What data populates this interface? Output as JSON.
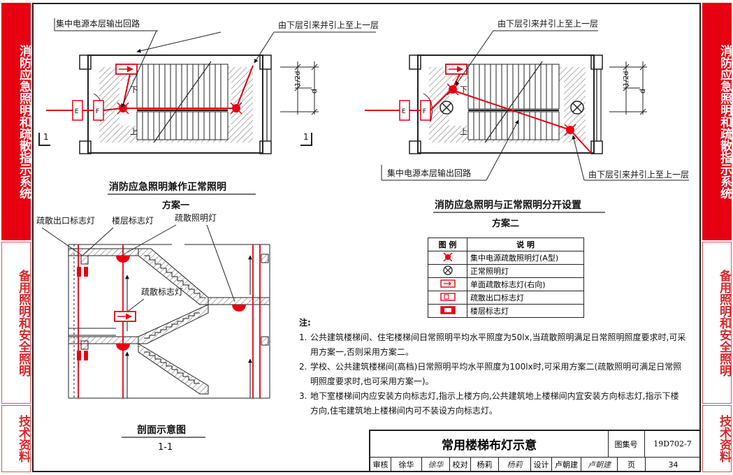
{
  "side_tabs": {
    "left": [
      {
        "label": "消防应急照明和疏散指示系统",
        "style": "red"
      },
      {
        "label": "备用照明和安全照明",
        "style": "white"
      },
      {
        "label": "技术资料",
        "style": "white"
      }
    ],
    "right": [
      {
        "label": "消防应急照明和疏散指示系统",
        "style": "red"
      },
      {
        "label": "备用照明和安全照明",
        "style": "white"
      },
      {
        "label": "技术资料",
        "style": "white"
      }
    ]
  },
  "plan1": {
    "callout_top_left": "集中电源本层输出回路",
    "callout_top_right": "由下层引来并引上至上一层",
    "label_down": "下",
    "label_up": "上",
    "section_mark_left": "1",
    "section_mark_right": "1",
    "dim_d": "d",
    "dim_half_d": "1/2d",
    "box_e": "E",
    "box_f": "F",
    "title": "消防应急照明兼作正常照明",
    "subtitle": "方案一"
  },
  "plan2": {
    "callout_top": "由下层引来并引上至上一层",
    "callout_bottom_left": "集中电源本层输出回路",
    "callout_bottom_right": "由下层引来并引上至上一层",
    "label_down": "下",
    "label_up": "上",
    "dim_d": "d",
    "dim_half_d": "1/2d",
    "box_e": "E",
    "box_f": "F",
    "title": "消防应急照明与正常照明分开设置",
    "subtitle": "方案二"
  },
  "section": {
    "label_exit_sign": "疏散出口标志灯",
    "label_floor_sign": "楼层标志灯",
    "label_evac_light": "疏散照明灯",
    "label_direction_sign": "疏散标志灯",
    "title": "剖面示意图",
    "subtitle": "1-1"
  },
  "legend": {
    "header_symbol": "图 例",
    "header_desc": "说 明",
    "rows": [
      {
        "icon": "emergency-light-icon",
        "desc": "集中电源疏散照明灯(A型)"
      },
      {
        "icon": "normal-light-icon",
        "desc": "正常照明灯"
      },
      {
        "icon": "direction-sign-icon",
        "desc": "单面疏散标志灯(右向)"
      },
      {
        "icon": "exit-sign-icon",
        "desc": "疏散出口标志灯"
      },
      {
        "icon": "floor-sign-icon",
        "desc": "楼层标志灯"
      }
    ]
  },
  "notes": {
    "header": "注:",
    "items": [
      {
        "num": "1.",
        "text": "公共建筑楼梯间、住宅楼梯间日常照明平均水平照度为50lx,当疏散照明满足日常照明照度要求时,可采用方案一,否则采用方案二。"
      },
      {
        "num": "2.",
        "text": "学校、公共建筑楼梯间(高档)日常照明平均水平照度为100lx时,可采用方案二(疏散照明可满足日常照明照度要求时,也可采用方案一)。"
      },
      {
        "num": "3.",
        "text": "地下室楼梯间内应安装方向标志灯,指示上楼方向,公共建筑地上楼梯间内宜安装方向标志灯,指示下楼方向,住宅建筑地上楼梯间内可不装设方向标志灯。"
      }
    ]
  },
  "title_block": {
    "title": "常用楼梯布灯示意",
    "atlas_label": "图集号",
    "atlas_value": "19D702-7",
    "review_label": "审核",
    "review_name": "徐华",
    "review_sig": "徐华",
    "check_label": "校对",
    "check_name": "杨莉",
    "check_sig": "杨莉",
    "design_label": "设计",
    "design_name": "卢朝建",
    "design_sig": "卢朝建",
    "page_label": "页",
    "page_value": "34"
  },
  "colors": {
    "red": "#e60012",
    "line": "#222222",
    "hatch": "#9a9a9a"
  }
}
